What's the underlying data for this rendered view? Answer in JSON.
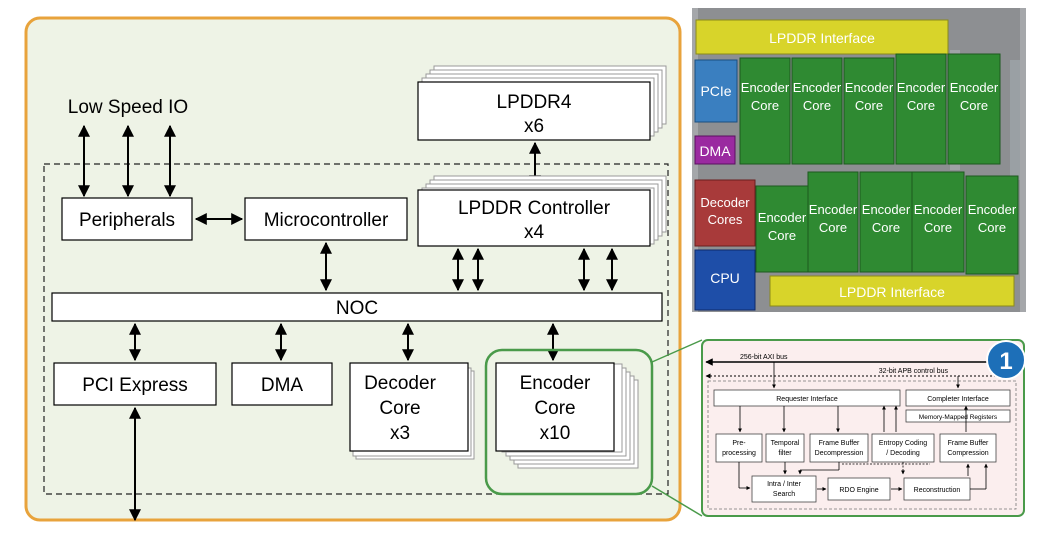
{
  "block_diagram": {
    "low_speed_io": "Low Speed IO",
    "peripherals": "Peripherals",
    "microcontroller": "Microcontroller",
    "lpddr4": {
      "line1": "LPDDR4",
      "line2": "x6"
    },
    "lpddr_controller": {
      "line1": "LPDDR Controller",
      "line2": "x4"
    },
    "noc": "NOC",
    "pci_express": "PCI Express",
    "dma": "DMA",
    "decoder_core": {
      "line1": "Decoder",
      "line2": "Core",
      "line3": "x3"
    },
    "encoder_core": {
      "line1": "Encoder",
      "line2": "Core",
      "line3": "x10"
    }
  },
  "die_shot": {
    "lpddr_top": "LPDDR Interface",
    "lpddr_bottom": "LPDDR Interface",
    "pcie": "PCIe",
    "dma": "DMA",
    "decoder": {
      "line1": "Decoder",
      "line2": "Cores"
    },
    "cpu": "CPU",
    "encoder_line1": "Encoder",
    "encoder_line2": "Core"
  },
  "encoder_detail": {
    "badge": "1",
    "axi_bus": "256-bit AXI bus",
    "apb_bus": "32-bit APB control bus",
    "requester_interface": "Requester Interface",
    "completer_interface": "Completer Interface",
    "memory_mapped_registers": "Memory-Mapped Registers",
    "pre_processing": {
      "line1": "Pre-",
      "line2": "processing"
    },
    "temporal_filter": {
      "line1": "Temporal",
      "line2": "filter"
    },
    "fb_decompression": {
      "line1": "Frame Buffer",
      "line2": "Decompression"
    },
    "entropy_coding": {
      "line1": "Entropy Coding",
      "line2": "/ Decoding"
    },
    "fb_compression": {
      "line1": "Frame Buffer",
      "line2": "Compression"
    },
    "intra_inter": {
      "line1": "Intra / Inter",
      "line2": "Search"
    },
    "rdo_engine": "RDO Engine",
    "reconstruction": "Reconstruction"
  },
  "colors": {
    "orange_border": "#e8a33c",
    "green_panel": "#eef3e6",
    "green_border": "#4a9a4a",
    "pink_panel": "#fbeeee",
    "badge_blue": "#1d6fb8",
    "die_yellow": "#d8d42a",
    "die_green": "#2f8a32",
    "die_blue_pcie": "#3a7fc0",
    "die_purple": "#9a2aa0",
    "die_red": "#a83a3a",
    "die_blue_cpu": "#1e4ea8"
  }
}
